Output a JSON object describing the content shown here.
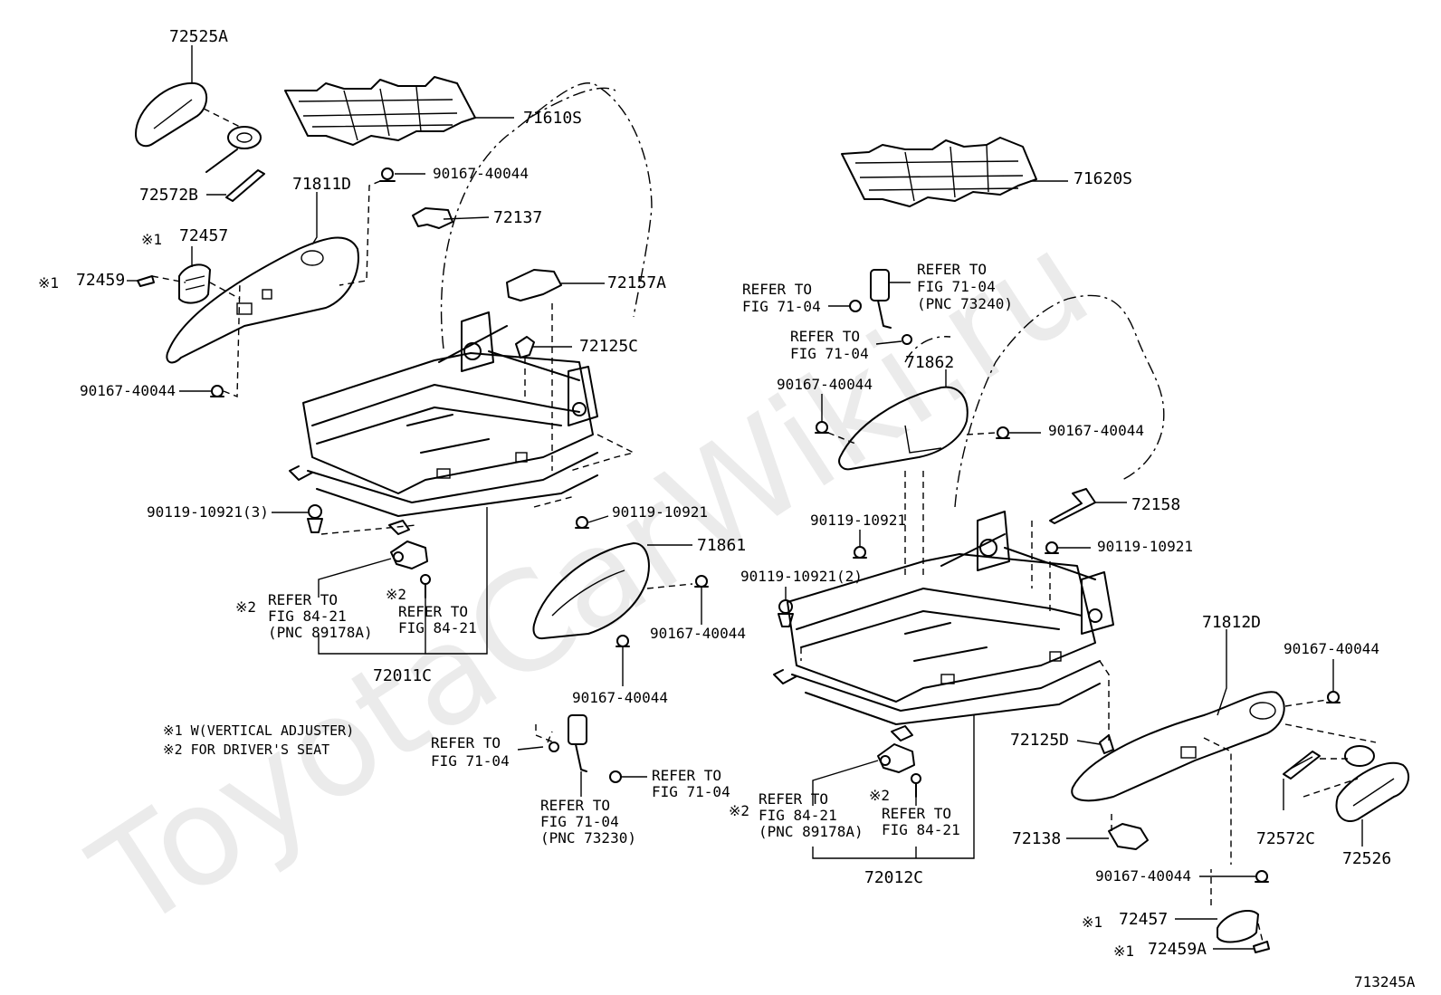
{
  "watermark": "ToyotaCarWiki.ru",
  "diagram_id": "713245A",
  "notes": {
    "note1": "※1 W(VERTICAL ADJUSTER)",
    "note2": "※2 FOR DRIVER'S SEAT"
  },
  "labels": {
    "p72525A": "72525A",
    "p71610S": "71610S",
    "p72572B": "72572B",
    "p71811D": "71811D",
    "p90167_40044_a": "90167-40044",
    "p72137": "72137",
    "m1_a": "※1",
    "p72457_a": "72457",
    "m1_b": "※1",
    "p72459": "72459",
    "p72157A": "72157A",
    "p72125C": "72125C",
    "p90167_40044_b": "90167-40044",
    "p90119_10921_3": "90119-10921(3)",
    "p90119_10921_a": "90119-10921",
    "p71861": "71861",
    "m2_a": "※2",
    "ref_a1": "REFER TO",
    "ref_a2": "FIG 84-21",
    "ref_a3": "(PNC 89178A)",
    "m2_b": "※2",
    "ref_b1": "REFER TO",
    "ref_b2": "FIG 84-21",
    "p90167_40044_c": "90167-40044",
    "p72011C": "72011C",
    "p90167_40044_d": "90167-40044",
    "ref_c1": "REFER TO",
    "ref_c2": "FIG 71-04",
    "ref_d1": "REFER TO",
    "ref_d2": "FIG 71-04",
    "ref_e1": "REFER TO",
    "ref_e2": "FIG 71-04",
    "ref_e3": "(PNC 73230)",
    "p71620S": "71620S",
    "ref_f1": "REFER TO",
    "ref_f2": "FIG 71-04",
    "ref_g1": "REFER TO",
    "ref_g2": "FIG 71-04",
    "ref_g3": "(PNC 73240)",
    "ref_h1": "REFER TO",
    "ref_h2": "FIG 71-04",
    "p71862": "71862",
    "p90167_40044_e": "90167-40044",
    "p90167_40044_f": "90167-40044",
    "p72158": "72158",
    "p90119_10921_b": "90119-10921",
    "p90119_10921_c": "90119-10921",
    "p90119_10921_2": "90119-10921(2)",
    "p71812D": "71812D",
    "p90167_40044_g": "90167-40044",
    "p72125D": "72125D",
    "m2_c": "※2",
    "ref_i1": "REFER TO",
    "ref_i2": "FIG 84-21",
    "ref_i3": "(PNC 89178A)",
    "m2_d": "※2",
    "ref_j1": "REFER TO",
    "ref_j2": "FIG 84-21",
    "p72138": "72138",
    "p72572C": "72572C",
    "p72526": "72526",
    "p72012C": "72012C",
    "p90167_40044_h": "90167-40044",
    "m1_c": "※1",
    "p72457_b": "72457",
    "m1_d": "※1",
    "p72459A": "72459A"
  }
}
